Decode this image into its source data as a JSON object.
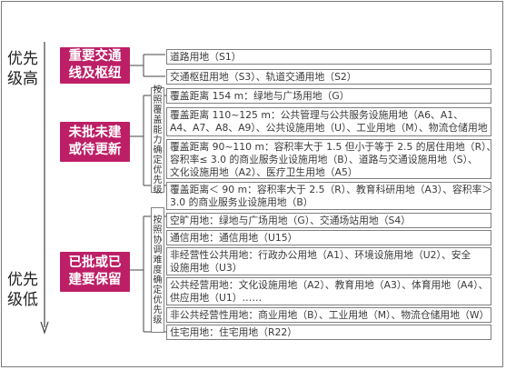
{
  "priority": {
    "high_label": [
      "优先",
      "级高"
    ],
    "low_label": [
      "优先",
      "级低"
    ]
  },
  "categories": [
    {
      "label": [
        "重要交通",
        "线及枢纽"
      ]
    },
    {
      "label": [
        "未批未建",
        "或待更新"
      ]
    },
    {
      "label": [
        "已批或已",
        "建要保留"
      ]
    }
  ],
  "side_notes": [
    {
      "text": "按照覆盖能力确定优先级"
    },
    {
      "text": "按照协调难度确定优先级"
    }
  ],
  "items": [
    {
      "lines": [
        "道路用地（S1）"
      ]
    },
    {
      "lines": [
        "交通枢纽用地（S3）、轨道交通用地（S2）"
      ]
    },
    {
      "lines": [
        "覆盖距离 154 m：绿地与广场用地（G）"
      ]
    },
    {
      "lines": [
        "覆盖距离 110~125 m：公共管理与公共服务设施用地（A6、A1、",
        "A4、A7、A8、A9）、公共设施用地（U）、工业用地（M）、物流仓储用地（W）"
      ]
    },
    {
      "lines": [
        "覆盖距离 90~110 m：容积率大于 1.5 但小于等于 2.5 的居住用地（R）、",
        "容积率≤ 3.0 的商业服务业设施用地（B）、道路与交通设施用地（S）、",
        "文化设施用地（A2）、医疗卫生用地（A5）"
      ]
    },
    {
      "lines": [
        "覆盖距离＜ 90 m：容积率大于 2.5（R）、教育科研用地（A3）、容积率＞",
        "3.0 的商业服务业设施用地（B）"
      ]
    },
    {
      "lines": [
        "空旷用地：绿地与广场用地（G）、交通场站用地（S4）"
      ]
    },
    {
      "lines": [
        "通信用地：通信用地（U15）"
      ]
    },
    {
      "lines": [
        "非经营性公共用地：行政办公用地（A1）、环境设施用地（U2）、安全",
        "设施用地（U3）"
      ]
    },
    {
      "lines": [
        "公共经营用地：文化设施用地（A2）、教育用地（A3）、体育用地（A4）、",
        "供应用地（U1）……"
      ]
    },
    {
      "lines": [
        "非公共经营性用地：商业用地（B）、工业用地（M）、物流仓储用地（W）"
      ]
    },
    {
      "lines": [
        "住宅用地：住宅用地（R22）"
      ]
    }
  ],
  "colors": {
    "category_fill": "#bd1f66",
    "line": "#444444",
    "border": "#7f7f7f"
  }
}
